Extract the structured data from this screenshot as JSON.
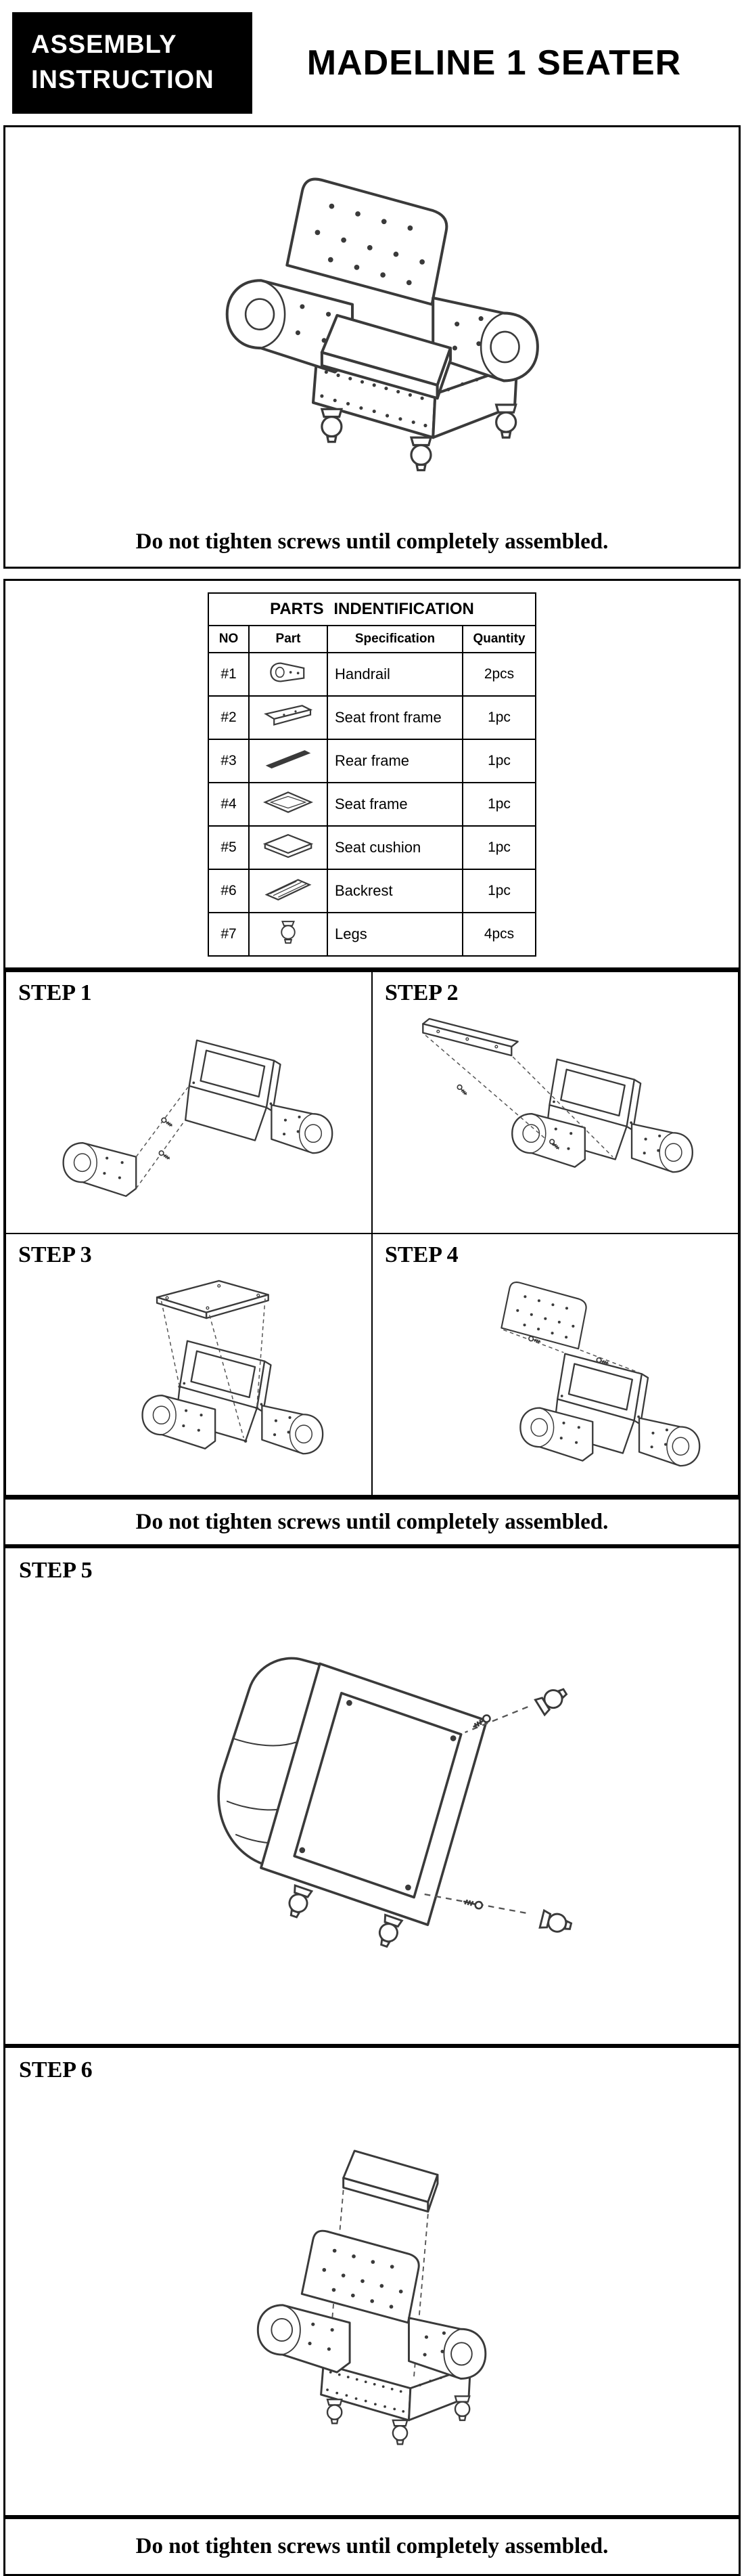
{
  "header": {
    "badge_line1": "ASSEMBLY",
    "badge_line2": "INSTRUCTION",
    "title": "MADELINE 1 SEATER"
  },
  "warning": {
    "text": "Do not tighten screws until completely assembled."
  },
  "parts_table": {
    "title": "PARTS  INDENTIFICATION",
    "headers": {
      "no": "NO",
      "part": "Part",
      "spec": "Specification",
      "qty": "Quantity"
    },
    "rows": [
      {
        "no": "#1",
        "icon": "handrail-part-icon",
        "spec": "Handrail",
        "qty": "2pcs"
      },
      {
        "no": "#2",
        "icon": "seat-front-frame-part-icon",
        "spec": "Seat front frame",
        "qty": "1pc"
      },
      {
        "no": "#3",
        "icon": "rear-frame-part-icon",
        "spec": "Rear frame",
        "qty": "1pc"
      },
      {
        "no": "#4",
        "icon": "seat-frame-part-icon",
        "spec": "Seat frame",
        "qty": "1pc"
      },
      {
        "no": "#5",
        "icon": "seat-cushion-part-icon",
        "spec": "Seat cushion",
        "qty": "1pc"
      },
      {
        "no": "#6",
        "icon": "backrest-part-icon",
        "spec": "Backrest",
        "qty": "1pc"
      },
      {
        "no": "#7",
        "icon": "legs-part-icon",
        "spec": "Legs",
        "qty": "4pcs"
      }
    ]
  },
  "steps": [
    {
      "label": "STEP 1"
    },
    {
      "label": "STEP 2"
    },
    {
      "label": "STEP 3"
    },
    {
      "label": "STEP 4"
    },
    {
      "label": "STEP 5"
    },
    {
      "label": "STEP 6"
    }
  ],
  "colors": {
    "ink": "#000000",
    "paper": "#ffffff",
    "badge_bg": "#000000",
    "badge_text": "#ffffff"
  }
}
